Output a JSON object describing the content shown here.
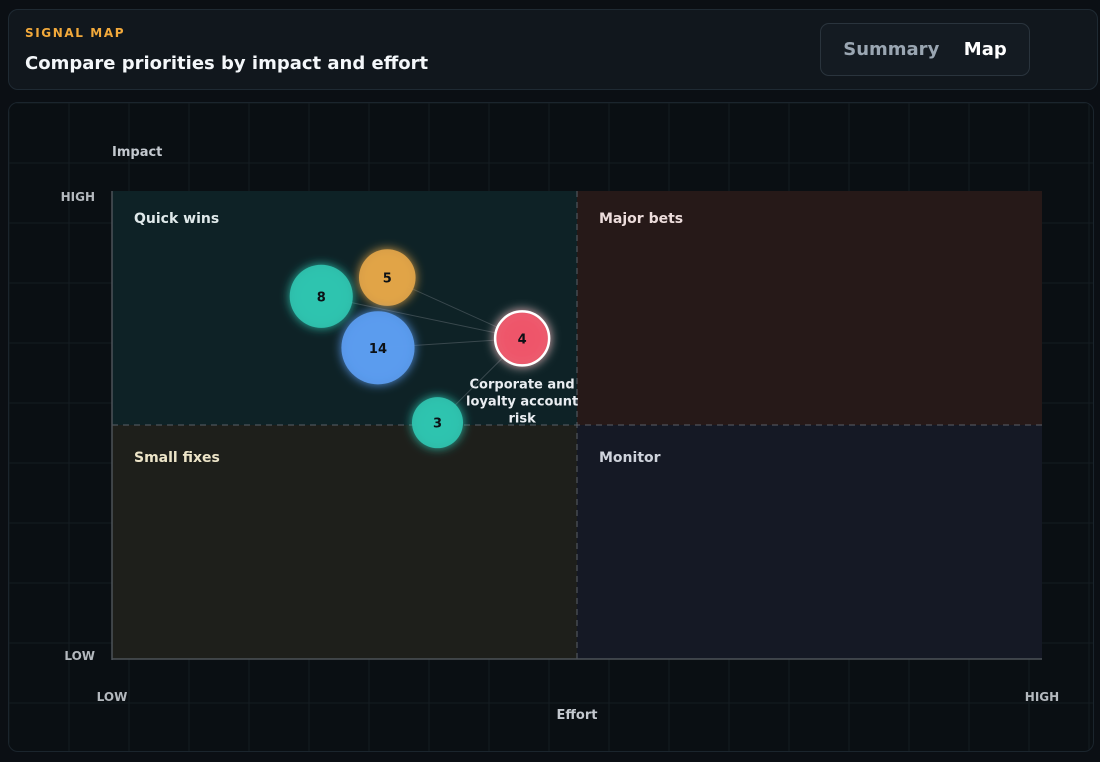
{
  "header": {
    "eyebrow": "SIGNAL MAP",
    "title": "Compare priorities by impact and effort",
    "tabs": [
      {
        "label": "Summary",
        "active": false
      },
      {
        "label": "Map",
        "active": true
      }
    ]
  },
  "chart_data": {
    "type": "scatter",
    "ylabel": "Impact",
    "xlabel": "Effort",
    "x_ticks": [
      "LOW",
      "HIGH"
    ],
    "y_ticks": [
      "HIGH",
      "LOW"
    ],
    "xlim": [
      0,
      100
    ],
    "ylim": [
      0,
      100
    ],
    "quadrants": [
      {
        "name": "Quick wins",
        "color": "#0e2226"
      },
      {
        "name": "Major bets",
        "color": "#2a1a1a"
      },
      {
        "name": "Small fixes",
        "color": "#222220"
      },
      {
        "name": "Monitor",
        "color": "#161a25"
      }
    ],
    "points": [
      {
        "label": "8",
        "x": 22.5,
        "y": 77.5,
        "size": 8,
        "color": "#2ec4b0"
      },
      {
        "label": "5",
        "x": 29.6,
        "y": 81.5,
        "size": 5,
        "color": "#e3a548"
      },
      {
        "label": "14",
        "x": 28.6,
        "y": 66.5,
        "size": 14,
        "color": "#5b9cf0"
      },
      {
        "label": "4",
        "x": 44.1,
        "y": 68.5,
        "size": 4,
        "color": "#f0566a",
        "selected": true,
        "callout": "Corporate and loyalty account risk"
      },
      {
        "label": "3",
        "x": 35.0,
        "y": 50.5,
        "size": 3,
        "color": "#2ec4b0"
      }
    ],
    "grid": true
  }
}
